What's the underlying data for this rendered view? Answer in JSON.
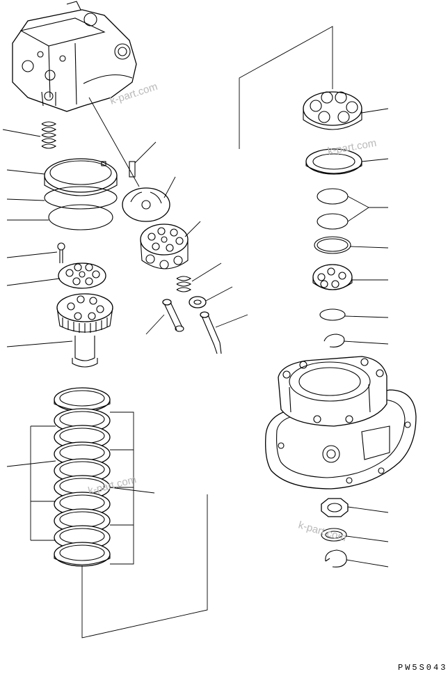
{
  "diagram": {
    "drawing_code": "PW5S043",
    "watermarks": [
      "k-part.com",
      "k-part.com",
      "k-part.com",
      "k-part.com"
    ]
  }
}
